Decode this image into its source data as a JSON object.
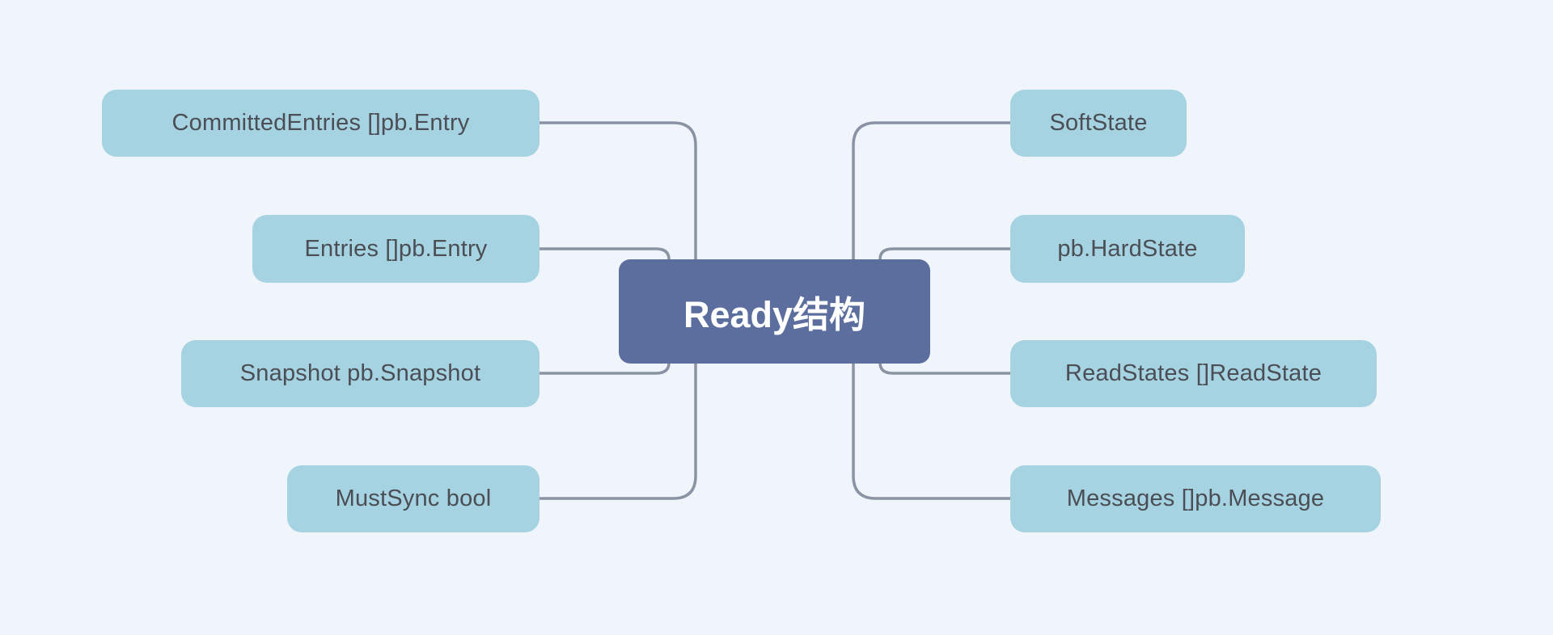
{
  "title": "Ready结构",
  "colors": {
    "bg": "#f0f5fb",
    "node-fill": "#a5d3e2",
    "node-text": "#4b4e54",
    "center-fill": "#5b6e9e",
    "center-text": "#ffffff",
    "connector": "#8a93a4"
  },
  "center": {
    "label": "Ready结构"
  },
  "nodes": {
    "left": [
      {
        "label": "CommittedEntries []pb.Entry"
      },
      {
        "label": "Entries []pb.Entry"
      },
      {
        "label": "Snapshot pb.Snapshot"
      },
      {
        "label": "MustSync bool"
      }
    ],
    "right": [
      {
        "label": "SoftState"
      },
      {
        "label": "pb.HardState"
      },
      {
        "label": "ReadStates []ReadState"
      },
      {
        "label": "Messages []pb.Message"
      }
    ]
  }
}
